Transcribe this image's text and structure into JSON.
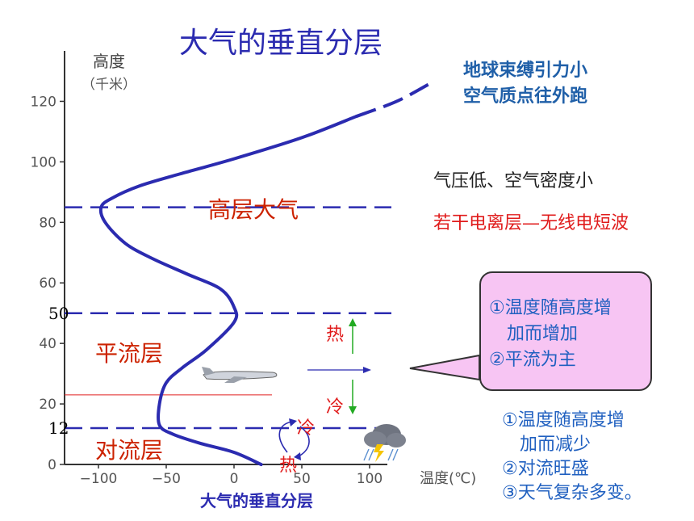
{
  "page_title": "大气的垂直分层",
  "thermosphere_note": [
    "地球束缚引力小",
    "空气质点往外跑"
  ],
  "upper_atmosphere_notes": [
    "气压低、空气密度小",
    "若干电离层—无线电短波"
  ],
  "layer_labels": {
    "upper": "高层大气",
    "stratosphere": "平流层",
    "troposphere": "对流层"
  },
  "boundary_marks": {
    "strato_top": "50",
    "tropo_top": "12"
  },
  "stratosphere_bubble": [
    "①温度随高度增",
    "　加而增加",
    "②平流为主"
  ],
  "troposphere_notes": [
    "①温度随高度增",
    "　加而减少",
    "②对流旺盛",
    "③天气复杂多变。"
  ],
  "annotations": {
    "hot": "热",
    "cold": "冷"
  },
  "colors": {
    "title": "#2b2bb0",
    "curve": "#2b2bb0",
    "label_red": "#cc2200",
    "note_blue": "#2060c0",
    "bubble_fill": "#f7c5f3",
    "arrow_green": "#22aa22"
  },
  "icons": [
    "airplane-icon",
    "storm-cloud-icon"
  ],
  "chart_data": {
    "type": "line",
    "title": "大气的垂直分层",
    "xlabel": "温度(℃)",
    "ylabel": "高度（千米）",
    "x_ticks": [
      -100,
      -50,
      0,
      50,
      100
    ],
    "y_ticks": [
      0,
      20,
      40,
      60,
      80,
      100,
      120
    ],
    "xlim": [
      -125,
      125
    ],
    "ylim": [
      0,
      130
    ],
    "boundaries": [
      12,
      50,
      85
    ],
    "series": [
      {
        "x": [
          20,
          0,
          -25,
          -45,
          -55,
          -55,
          -50,
          -38,
          -20,
          0,
          0,
          -10,
          -35,
          -60,
          -80,
          -95,
          -98,
          -90,
          -70,
          -40,
          0,
          50,
          90,
          120,
          145
        ],
        "y": [
          0,
          4,
          7,
          10,
          13,
          20,
          27,
          32,
          38,
          47,
          52,
          58,
          63,
          68,
          73,
          80,
          85,
          88,
          92,
          96,
          101,
          108,
          115,
          120,
          126
        ]
      }
    ]
  }
}
